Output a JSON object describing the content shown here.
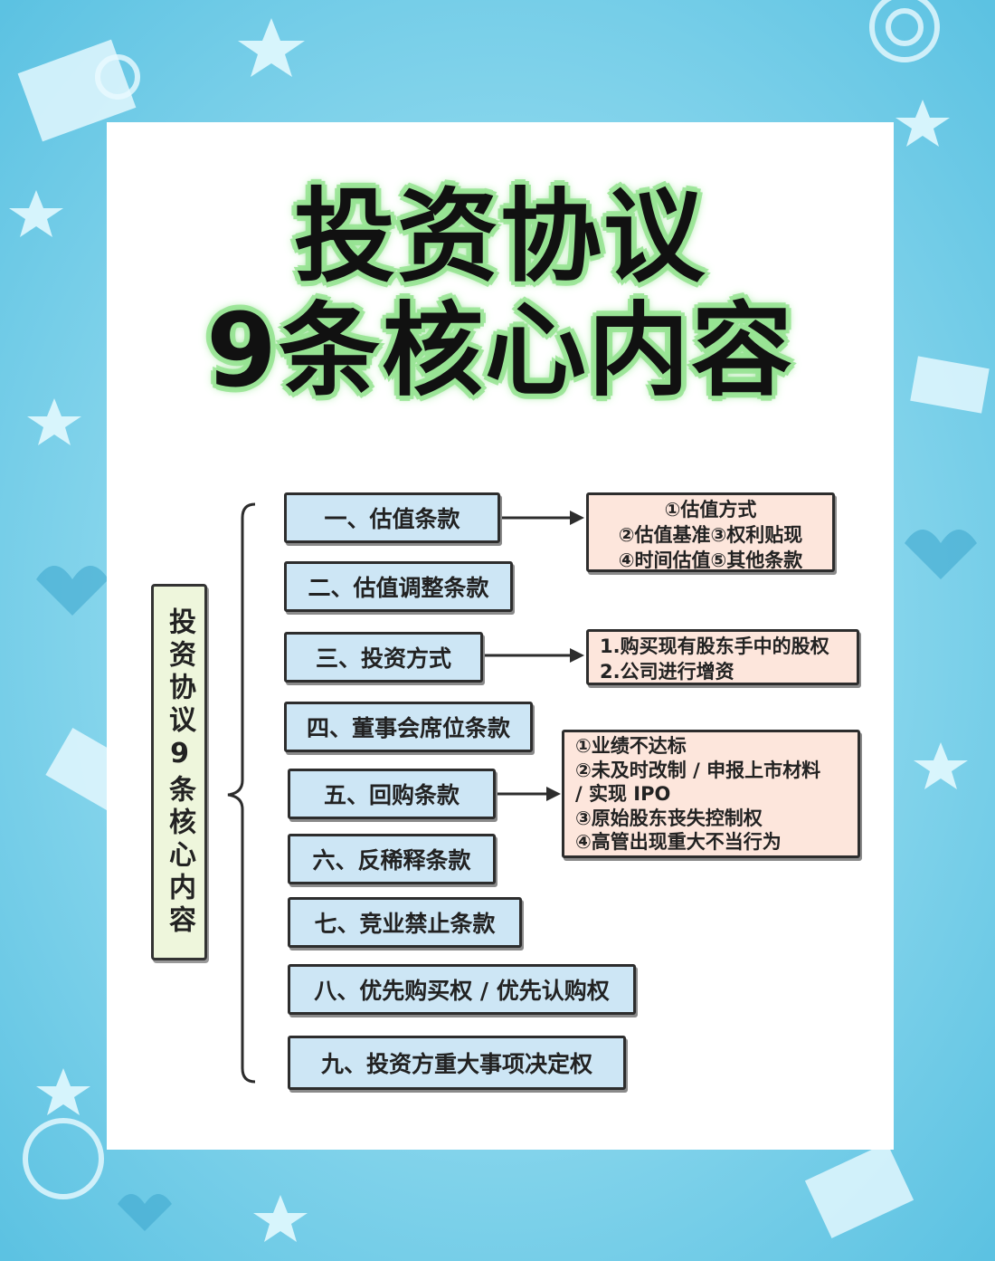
{
  "title": {
    "line1": "投资协议",
    "line2": "9条核心内容"
  },
  "root": {
    "label": "投资协议9条核心内容"
  },
  "items": [
    {
      "label": "一、估值条款"
    },
    {
      "label": "二、估值调整条款"
    },
    {
      "label": "三、投资方式"
    },
    {
      "label": "四、董事会席位条款"
    },
    {
      "label": "五、回购条款"
    },
    {
      "label": "六、反稀释条款"
    },
    {
      "label": "七、竞业禁止条款"
    },
    {
      "label": "八、优先购买权 / 优先认购权"
    },
    {
      "label": "九、投资方重大事项决定权"
    }
  ],
  "details": {
    "valuation": {
      "lines": [
        "①估值方式",
        "②估值基准③权利贴现",
        "④时间估值⑤其他条款"
      ]
    },
    "investment": {
      "lines": [
        "1.购买现有股东手中的股权",
        "2.公司进行增资"
      ]
    },
    "buyback": {
      "lines": [
        "①业绩不达标",
        "②未及时改制 / 申报上市材料",
        "/ 实现 IPO",
        "③原始股东丧失控制权",
        "④高管出现重大不当行为"
      ]
    }
  },
  "colors": {
    "item_fill": "#cde6f5",
    "detail_fill": "#fde6dc",
    "root_fill": "#eef6dc",
    "title_glow": "#a8e9a4",
    "frame": "#7fd0ea"
  }
}
